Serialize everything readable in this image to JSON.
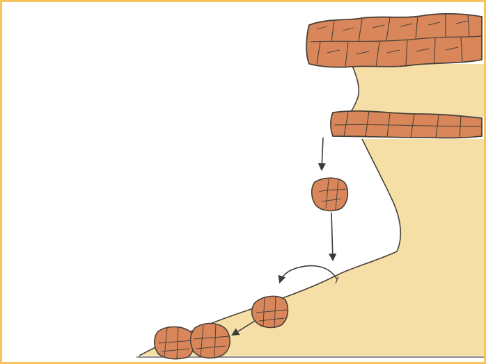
{
  "colors": {
    "frame": "#f7c45e",
    "background": "#ffffff",
    "cliff_fill": "#f5dfa6",
    "rock_fill": "#d9875a",
    "rock_fill_light": "#e39a6c",
    "outline": "#4a4038",
    "arrow": "#3a3a3a"
  },
  "icons": {
    "top_stratum": "layered-rock-stratum",
    "overhang": "rock-overhang-ledge",
    "falling_rock": "falling-boulder",
    "fallen_rocks": "fallen-boulders",
    "motion": "arrow"
  }
}
